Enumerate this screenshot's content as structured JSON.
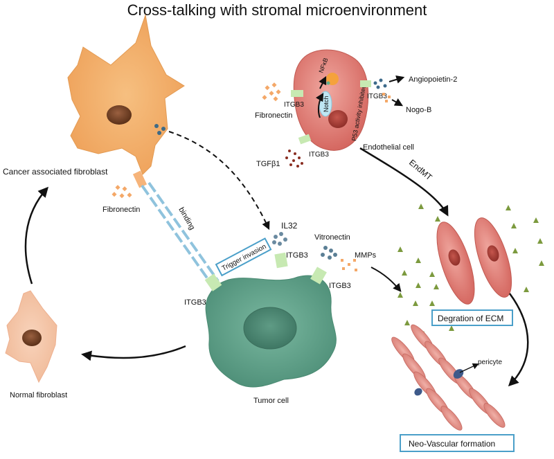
{
  "title": "Cross-talking with stromal microenvironment",
  "labels": {
    "caf": "Cancer associated  fibroblast",
    "normal_fibroblast": "Normal fibroblast",
    "tumor_cell": "Tumor cell",
    "endothelial_cell": "Endothelial cell",
    "fibronectin_caf": "Fibronectin",
    "fibronectin_endo": "Fibronectin",
    "binding": "binding",
    "il32": "IL32",
    "trigger_invasion": "Trigger invasion",
    "itgb3_tumor_left": "ITGB3",
    "itgb3_tumor_top": "ITGB3",
    "itgb3_tumor_right": "ITGB3",
    "itgb3_endo_left": "ITGB3",
    "itgb3_endo_right": "ITGB3",
    "itgb3_endo_bottom": "ITGB3",
    "vitronectin": "Vitronectin",
    "mmps": "MMPs",
    "tgfb1": "TGFβ1",
    "angiopoietin2": "Angiopoietin-2",
    "nogob": "Nogo-B",
    "nfkb": "NFκB",
    "notch": "Notch",
    "p53": "P53 activity inhibited",
    "endmt": "EndMT",
    "degradation_ecm": "Degration of ECM",
    "pericyte": "pericyte",
    "neo_vascular": "Neo-Vascular formation"
  },
  "colors": {
    "fibroblast": "#f2ab62",
    "fibroblast_nucleus": "#6b3d22",
    "normal_fibroblast": "#f5c3a5",
    "tumor": "#5a9e86",
    "tumor_nucleus": "#3f7a66",
    "endothelial": "#d9716a",
    "endothelial_nucleus": "#a93b35",
    "receptor": "#c7e9b2",
    "binding_line": "#8fc3dd",
    "box_border": "#4a9fc9",
    "ecm_triangle": "#7c9a3e",
    "pericyte": "#3e5a8a",
    "arrow": "#111111"
  }
}
